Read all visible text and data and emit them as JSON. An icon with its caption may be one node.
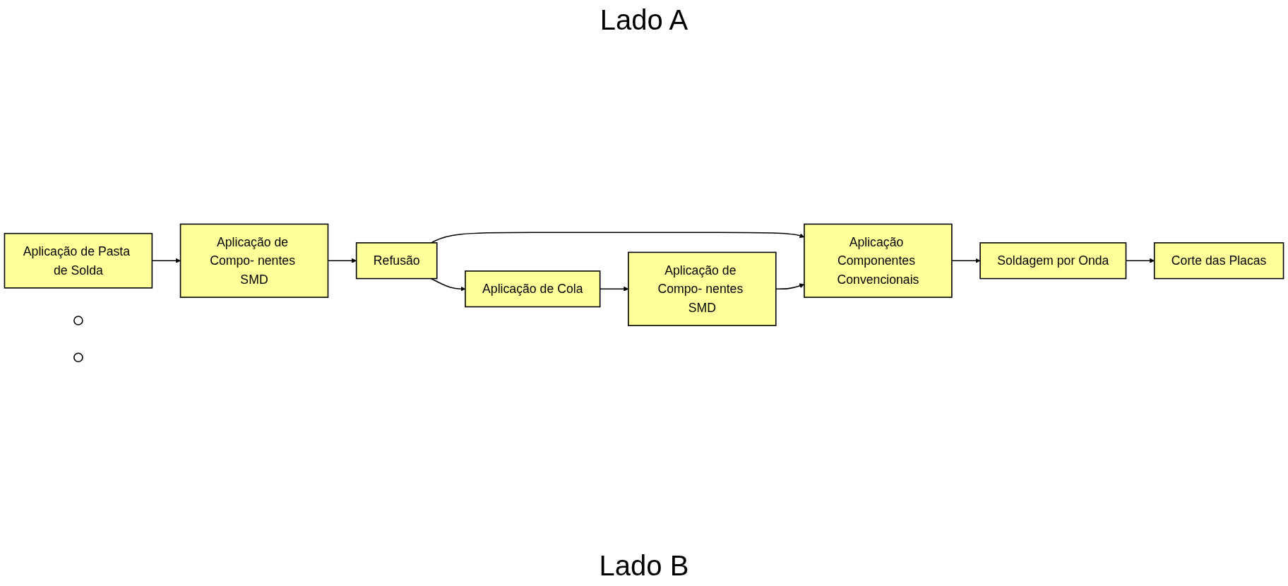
{
  "diagram": {
    "nodes": [
      {
        "text": [
          "Aplicação de Pasta de Solda"
        ]
      },
      {
        "text": [
          "Aplicação de Compo- nentes SMD"
        ]
      },
      {
        "text": [
          "Refusão"
        ]
      },
      {
        "text": [
          "Aplicação de Cola"
        ]
      },
      {
        "text": [
          "Aplicação de Compo- nentes SMD"
        ]
      },
      {
        "text": [
          "Aplicação Componentes Convencionais"
        ]
      },
      {
        "text": [
          "Soldagem por Onda"
        ]
      },
      {
        "text": [
          "Corte das Placas"
        ]
      },
      {
        "text": [],
        "shape": "circle"
      },
      {
        "text": [],
        "shape": "circle"
      }
    ],
    "edges": [
      {
        "from": 0,
        "to": 1,
        "arrow": "to"
      },
      {
        "from": 1,
        "to": 2,
        "arrow": "to"
      },
      {
        "from": 2,
        "to": 3,
        "arrow": "to"
      },
      {
        "from": 2,
        "to": 5,
        "arrow": "to"
      },
      {
        "from": 3,
        "to": 4,
        "arrow": "to"
      },
      {
        "from": 4,
        "to": 5,
        "arrow": "to"
      },
      {
        "from": 5,
        "to": 6,
        "arrow": "to"
      },
      {
        "from": 6,
        "to": 7,
        "arrow": "to"
      }
    ],
    "labels": [
      "Lado A",
      "Lado B"
    ]
  }
}
